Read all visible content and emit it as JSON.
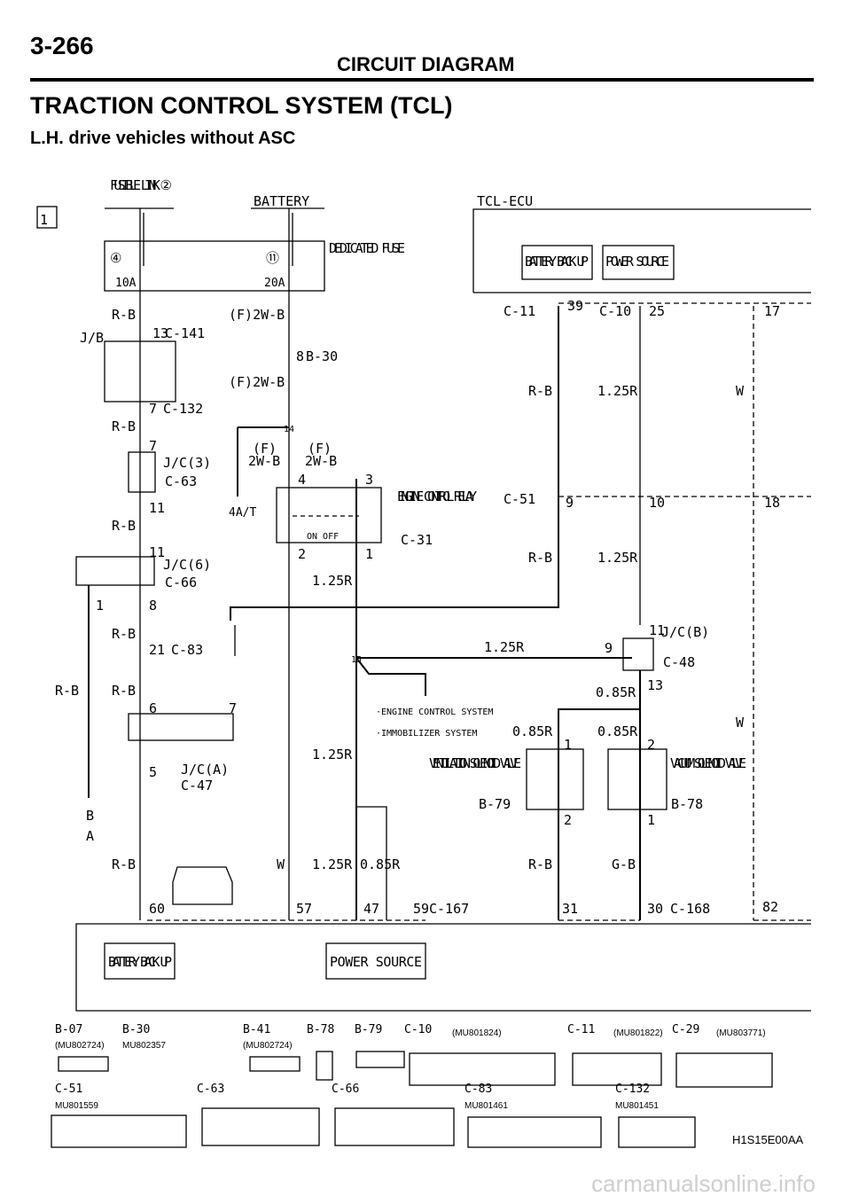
{
  "header": {
    "page_number": "3-266",
    "section": "CIRCUIT DIAGRAM",
    "title": "TRACTION CONTROL SYSTEM (TCL)",
    "subtitle": "L.H. drive vehicles without ASC"
  },
  "diagram": {
    "sheet_index": "1",
    "fusible_link": "FUSIBLE LINK ②",
    "battery": "BATTERY",
    "tcl_ecu": "TCL-ECU",
    "dedicated_fuse": "DEDICATED FUSE",
    "fuse4": "④",
    "fuse11": "⑪",
    "amp10": "10A",
    "amp20": "20A",
    "jb": "J/B",
    "rb": "R-B",
    "f2wb": "(F)2W-B",
    "f_label": "(F)",
    "twob": "2W-B",
    "at4": "4A/T",
    "jc3": "J/C(3)",
    "jc6": "J/C(6)",
    "jca": "J/C(A)",
    "jcb": "J/C(B)",
    "c141": "C-141",
    "c132": "C-132",
    "c63": "C-63",
    "c66": "C-66",
    "c83": "C-83",
    "c47": "C-47",
    "b30": "B-30",
    "c31": "C-31",
    "c11": "C-11",
    "c10": "C-10",
    "c51": "C-51",
    "c48": "C-48",
    "b79": "B-79",
    "b78": "B-78",
    "c167": "C-167",
    "c168": "C-168",
    "ecr": "ENGINE CONTROL RELAY",
    "on_off": "ON  OFF",
    "r125": "1.25R",
    "r085": "0.85R",
    "w": "W",
    "gb": "G-B",
    "ecs": "·ENGINE CONTROL SYSTEM",
    "imm": "·IMMOBILIZER SYSTEM",
    "vent": "VENTILATION SOLENOID VALVE",
    "vac": "VACUUM SOLENOID VALVE",
    "backup": "BATTERY BACK UP",
    "power": "POWER SOURCE",
    "pins": {
      "p13": "13",
      "p8": "8",
      "p7": "7",
      "p11": "11",
      "p1": "1",
      "p21": "21",
      "p6": "6",
      "p5": "5",
      "p4": "4",
      "p3": "3",
      "p2": "2",
      "p39": "39",
      "p25": "25",
      "p17": "17",
      "p9": "9",
      "p10": "10",
      "p18": "18",
      "p60": "60",
      "p57": "57",
      "p47": "47",
      "p59": "59",
      "p31": "31",
      "p30": "30",
      "p82": "82",
      "p14": "14",
      "p15": "15"
    },
    "letters": {
      "b": "B",
      "a": "A"
    },
    "connectors": {
      "b07": "B-07",
      "b07p": "(MU802724)",
      "b30p": "MU802357",
      "b41": "B-41",
      "b41p": "(MU802724)",
      "c10p": "(MU801824)",
      "c11p": "(MU801822)",
      "c29": "C-29",
      "c29p": "(MU803771)",
      "c51p": "MU801559",
      "c83p": "MU801461",
      "c132p": "MU801451"
    },
    "code": "H1S15E00AA"
  },
  "footer": {
    "watermark": "carmanualsonline.info"
  }
}
